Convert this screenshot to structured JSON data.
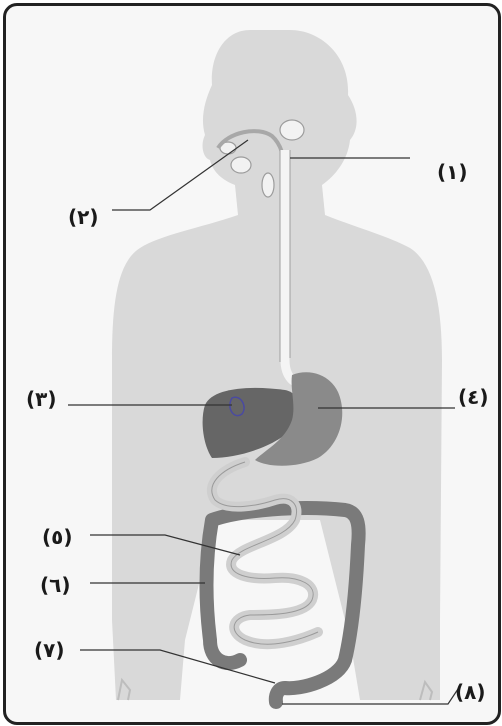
{
  "labels": {
    "l1": "(١)",
    "l2": "(٢)",
    "l3": "(٣)",
    "l4": "(٤)",
    "l5": "(٥)",
    "l6": "(٦)",
    "l7": "(٧)",
    "l8": "(٨)"
  }
}
